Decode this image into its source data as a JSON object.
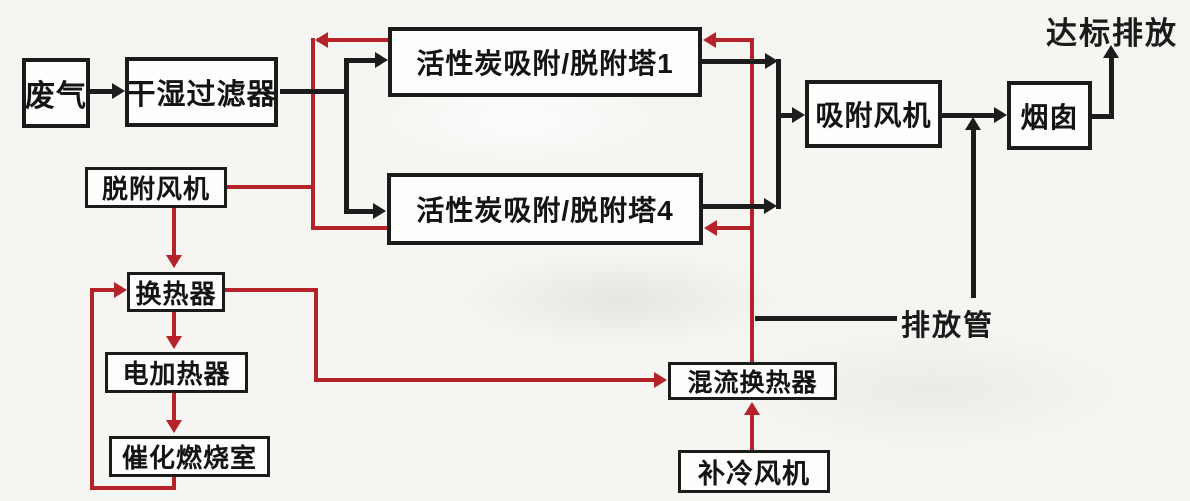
{
  "diagram": {
    "type": "flowchart",
    "nodes": {
      "waste_gas": "废气",
      "dry_wet_filter": "干湿过滤器",
      "tower1": "活性炭吸附/脱附塔1",
      "tower4": "活性炭吸附/脱附塔4",
      "adsorption_fan": "吸附风机",
      "chimney": "烟囱",
      "desorption_fan": "脱附风机",
      "heat_exchanger": "换热器",
      "electric_heater": "电加热器",
      "catalytic_combustion_chamber": "催化燃烧室",
      "mixed_flow_heat_exchanger": "混流换热器",
      "supplementary_cooling_fan": "补冷风机"
    },
    "labels": {
      "compliant_discharge": "达标排放",
      "discharge_pipe": "排放管"
    },
    "colors": {
      "adsorption_line_black": "#1c1c1c",
      "desorption_line_red": "#b5222a",
      "box_border": "#1b1b1b",
      "background": "#f6f5f2"
    },
    "edges": [
      {
        "from": "waste_gas",
        "to": "dry_wet_filter",
        "color": "black"
      },
      {
        "from": "dry_wet_filter",
        "to": "tower1",
        "color": "black"
      },
      {
        "from": "dry_wet_filter",
        "to": "tower4",
        "color": "black"
      },
      {
        "from": "tower1",
        "to": "adsorption_fan",
        "color": "black"
      },
      {
        "from": "tower4",
        "to": "adsorption_fan",
        "color": "black"
      },
      {
        "from": "adsorption_fan",
        "to": "chimney",
        "color": "black"
      },
      {
        "from": "discharge_pipe",
        "to": "chimney",
        "color": "black"
      },
      {
        "from": "chimney",
        "to": "compliant_discharge",
        "color": "black"
      },
      {
        "from": "tower1",
        "to": "desorption_fan",
        "color": "red"
      },
      {
        "from": "desorption_fan",
        "to": "tower4",
        "color": "red"
      },
      {
        "from": "desorption_fan",
        "to": "heat_exchanger",
        "color": "red"
      },
      {
        "from": "heat_exchanger",
        "to": "electric_heater",
        "color": "red"
      },
      {
        "from": "electric_heater",
        "to": "catalytic_combustion_chamber",
        "color": "red"
      },
      {
        "from": "catalytic_combustion_chamber",
        "to": "heat_exchanger",
        "color": "red"
      },
      {
        "from": "heat_exchanger",
        "to": "mixed_flow_heat_exchanger",
        "color": "red"
      },
      {
        "from": "supplementary_cooling_fan",
        "to": "mixed_flow_heat_exchanger",
        "color": "red"
      },
      {
        "from": "mixed_flow_heat_exchanger",
        "to": "tower1",
        "color": "red"
      },
      {
        "from": "mixed_flow_heat_exchanger",
        "to": "tower4",
        "color": "red"
      },
      {
        "from": "mixed_flow_heat_exchanger",
        "to": "discharge_pipe",
        "color": "black"
      }
    ]
  }
}
